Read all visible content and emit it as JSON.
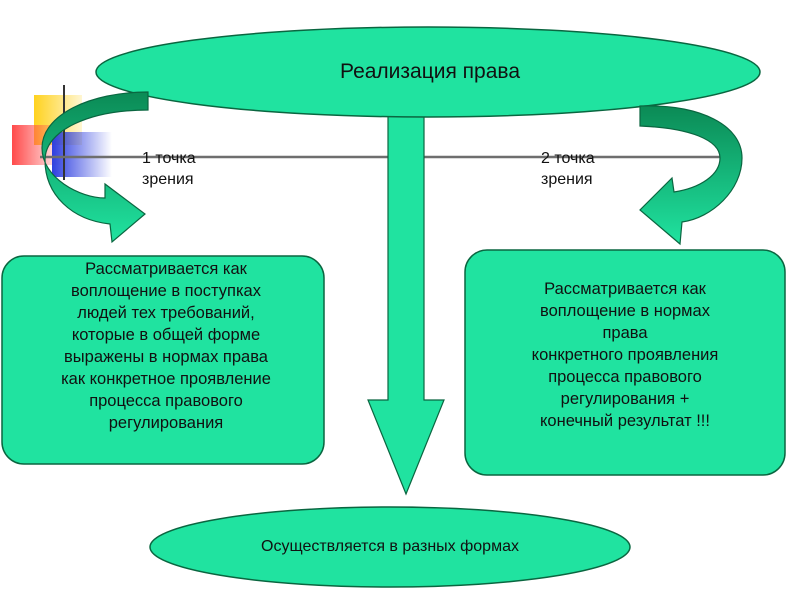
{
  "title": "Реализация права",
  "bottom": "Осуществляется в разных формах",
  "views": {
    "first": "1 точка\nзрения",
    "second": "2 точка\nзрения"
  },
  "boxes": {
    "left": "Рассматривается как\nвоплощение в поступках\nлюдей тех требований,\nкоторые в общей форме\nвыражены в нормах права\nкак конкретное проявление\nпроцесса правового\nрегулирования",
    "right": "Рассматривается как\nвоплощение в нормах\nправа\nконкретного проявления\nпроцесса правового\nрегулирования +\nконечный результат !!!"
  },
  "colors": {
    "fill": "#20E3A0",
    "stroke": "#0A6640",
    "arrow_top": "#0B8A55",
    "square_yellow": "#FFD21E",
    "square_red": "#FF4A4A",
    "square_blue": "#2E3FE0",
    "line": "#6E6E6E"
  }
}
